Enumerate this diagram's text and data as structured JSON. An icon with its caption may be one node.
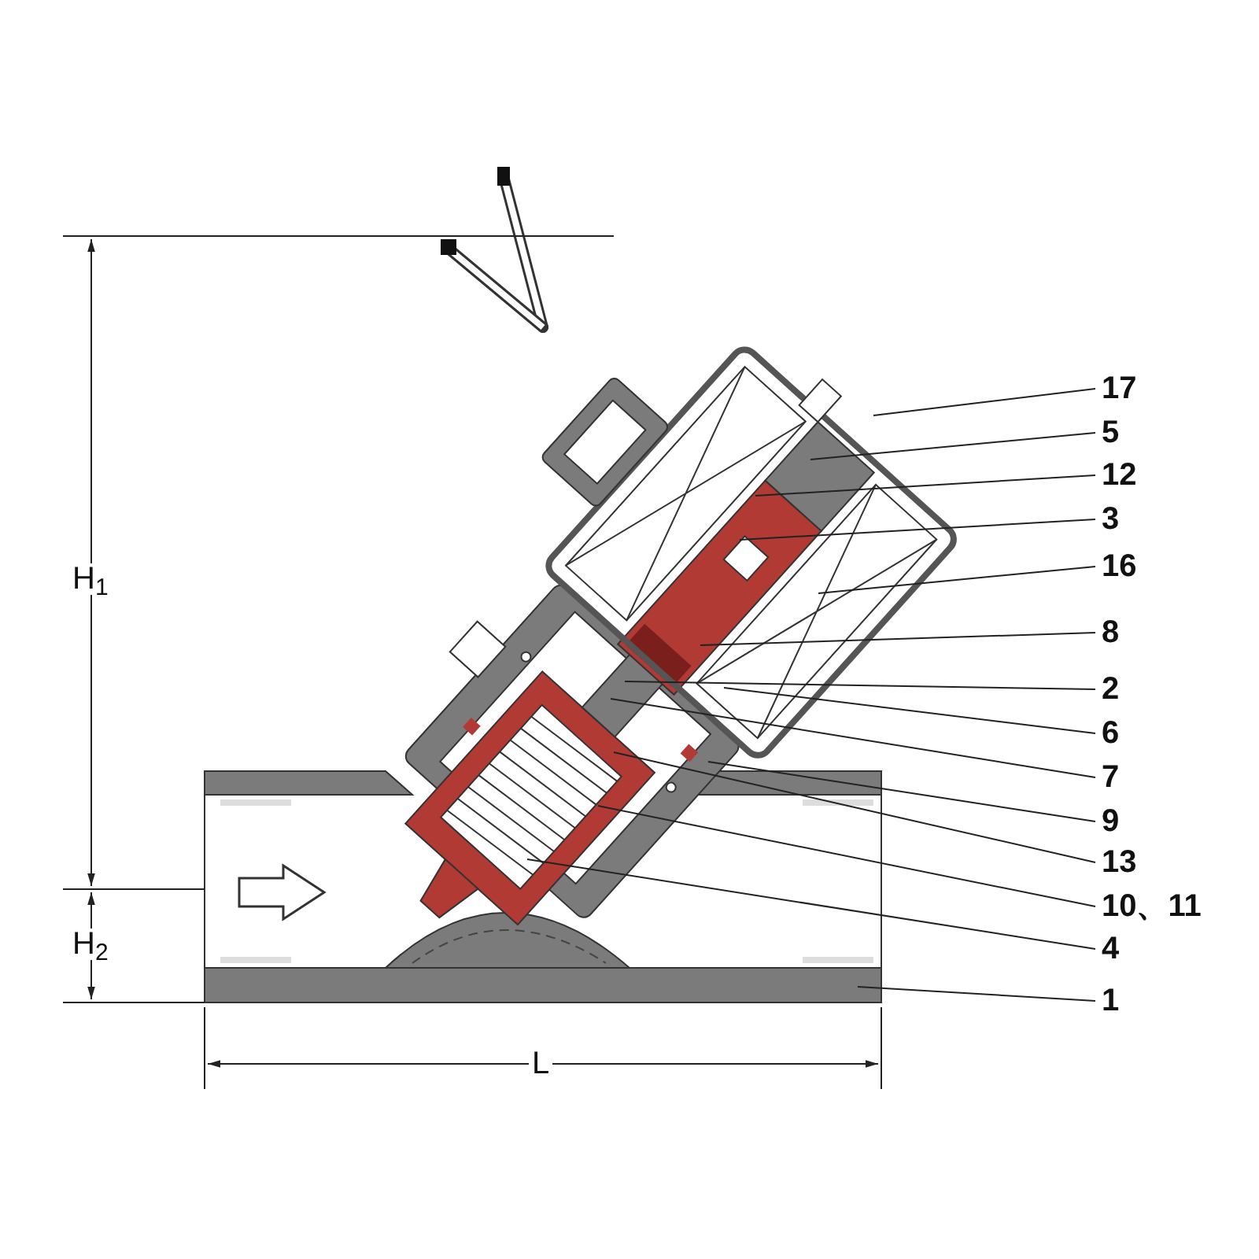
{
  "diagram": {
    "nodes": [
      {
        "text": [
          "17"
        ]
      },
      {
        "text": [
          "5"
        ]
      },
      {
        "text": [
          "12"
        ]
      },
      {
        "text": [
          "3"
        ]
      },
      {
        "text": [
          "16"
        ]
      },
      {
        "text": [
          "8"
        ]
      },
      {
        "text": [
          "2"
        ]
      },
      {
        "text": [
          "6"
        ]
      },
      {
        "text": [
          "7"
        ]
      },
      {
        "text": [
          "9"
        ]
      },
      {
        "text": [
          "13"
        ]
      },
      {
        "text": [
          "10、11"
        ]
      },
      {
        "text": [
          "4"
        ]
      },
      {
        "text": [
          "1"
        ]
      }
    ],
    "edges": [
      {
        "from": 0,
        "to": null,
        "arrow": "none"
      },
      {
        "from": 1,
        "to": null,
        "arrow": "none"
      },
      {
        "from": 2,
        "to": null,
        "arrow": "none"
      },
      {
        "from": 3,
        "to": null,
        "arrow": "none"
      },
      {
        "from": 4,
        "to": null,
        "arrow": "none"
      },
      {
        "from": 5,
        "to": null,
        "arrow": "none"
      },
      {
        "from": 6,
        "to": null,
        "arrow": "none"
      },
      {
        "from": 7,
        "to": null,
        "arrow": "none"
      },
      {
        "from": 8,
        "to": null,
        "arrow": "none"
      },
      {
        "from": 9,
        "to": null,
        "arrow": "none"
      },
      {
        "from": 10,
        "to": null,
        "arrow": "none"
      },
      {
        "from": 11,
        "to": null,
        "arrow": "none"
      },
      {
        "from": 12,
        "to": null,
        "arrow": "none"
      },
      {
        "from": 13,
        "to": null,
        "arrow": "none"
      }
    ],
    "labels": [
      "H$_{1}$",
      "H$_{2}$",
      "L"
    ]
  }
}
